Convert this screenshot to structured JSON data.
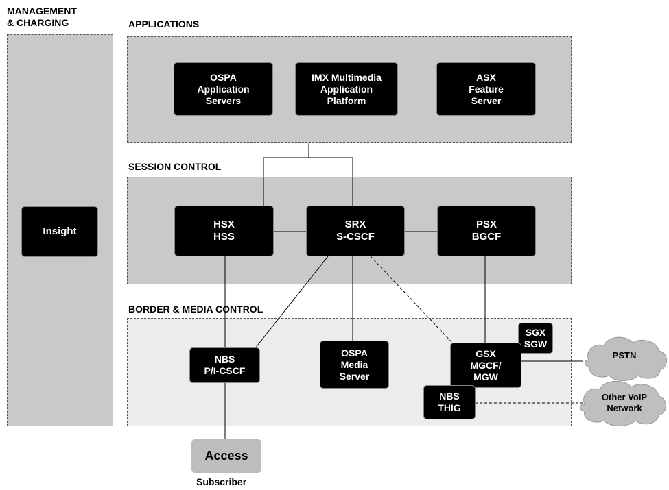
{
  "headings": {
    "management": "MANAGEMENT\n& CHARGING",
    "applications": "APPLICATIONS",
    "session_control": "SESSION CONTROL",
    "border_media": "BORDER & MEDIA CONTROL"
  },
  "nodes": {
    "insight": "Insight",
    "ospa_app": "OSPA\nApplication\nServers",
    "imx": "IMX Multimedia\nApplication\nPlatform",
    "asx": "ASX\nFeature\nServer",
    "hsx": "HSX\nHSS",
    "srx": "SRX\nS-CSCF",
    "psx": "PSX\nBGCF",
    "nbs_pcscf": "NBS\nP/I-CSCF",
    "ospa_media": "OSPA\nMedia\nServer",
    "sgx": "SGX\nSGW",
    "gsx": "GSX\nMGCF/\nMGW",
    "nbs_thig": "NBS\nTHIG"
  },
  "clouds": {
    "pstn": "PSTN",
    "other_voip_1": "Other VoIP",
    "other_voip_2": "Network"
  },
  "access": {
    "label": "Access",
    "caption": "Subscriber"
  },
  "colors": {
    "zone_dark": "#c9c9c9",
    "zone_light": "#ececec",
    "node": "#000000",
    "access": "#bdbdbd",
    "cloud": "#bfbfbf"
  }
}
